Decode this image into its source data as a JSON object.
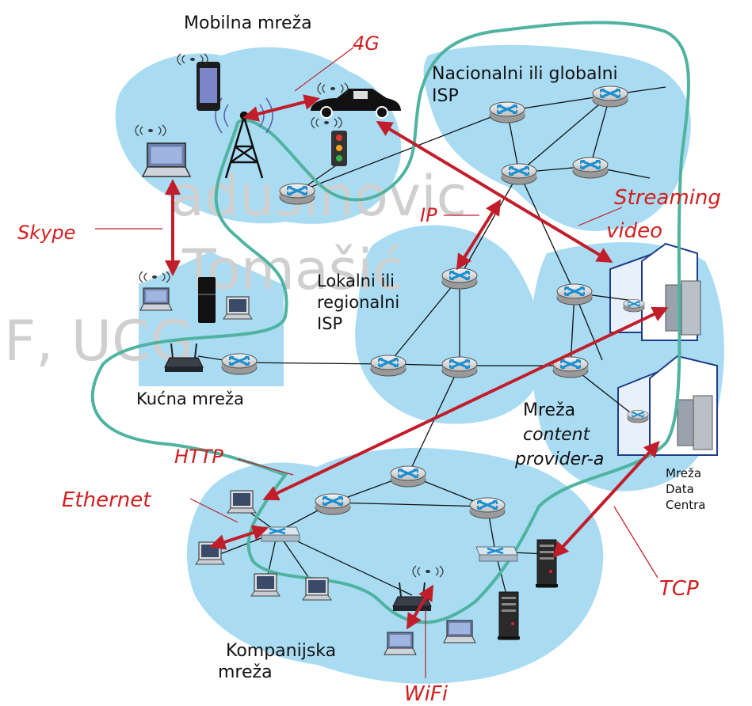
{
  "watermark": {
    "line1": "adusinovic",
    "line2": "Tomašić",
    "line3": "F, UCG"
  },
  "labels": {
    "mobile": "Mobilna mreža",
    "national_isp_1": "Nacionalni ili globalni",
    "national_isp_2": "ISP",
    "local_isp_1": "Lokalni ili",
    "local_isp_2": "regionalni",
    "local_isp_3": "ISP",
    "home": "Kućna mreža",
    "content_1": "Mreža",
    "content_2": "content",
    "content_3": "provider-a",
    "dc_1": "Mreža",
    "dc_2": "Data",
    "dc_3": "Centra",
    "company_1": "Kompanijska",
    "company_2": "mreža"
  },
  "protocols": {
    "g4": "4G",
    "streaming_1": "Streaming",
    "streaming_2": "video",
    "ip": "IP",
    "skype": "Skype",
    "http": "HTTP",
    "ethernet": "Ethernet",
    "tcp": "TCP",
    "wifi": "WiFi"
  },
  "colors": {
    "cloud": "#a9dcf2",
    "outline": "#4fb3a0",
    "arrow": "#c21d2a",
    "label_red": "#d21f1f"
  }
}
